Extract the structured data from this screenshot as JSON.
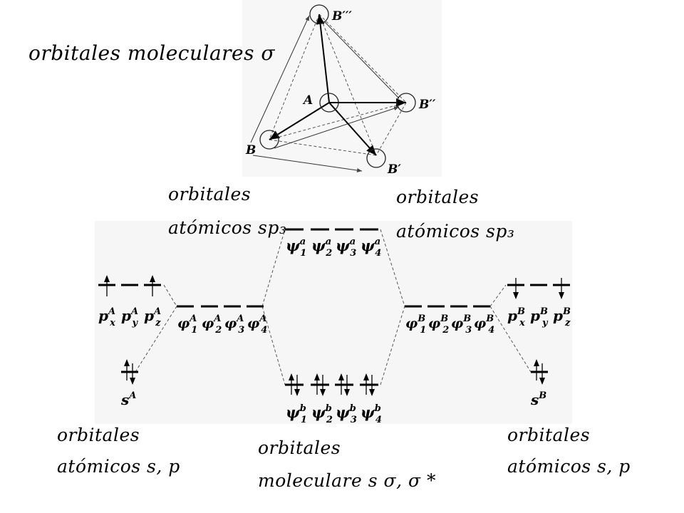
{
  "title_sigma": "orbitales moleculares σ",
  "tetrahedron": {
    "label_A": "A",
    "label_B": "B",
    "label_B1": "B′",
    "label_B2": "B′′",
    "label_B3": "B′′′"
  },
  "labels": {
    "sp3_left_line1": "orbitales",
    "sp3_left_line2": "atómicos sp₃",
    "sp3_right_line1": "orbitales",
    "sp3_right_line2": "atómicos sp₃",
    "sp_left_line1": "orbitales",
    "sp_left_line2": "atómicos s, p",
    "sp_right_line1": "orbitales",
    "sp_right_line2": "atómicos s, p",
    "mo_line1": "orbitales",
    "mo_line2": "moleculare s σ, σ *"
  },
  "levels": {
    "antibonding": [
      {
        "base": "ψ",
        "sub": "1",
        "sup": "a"
      },
      {
        "base": "ψ",
        "sub": "2",
        "sup": "a"
      },
      {
        "base": "ψ",
        "sub": "3",
        "sup": "a"
      },
      {
        "base": "ψ",
        "sub": "4",
        "sup": "a"
      }
    ],
    "bonding": [
      {
        "base": "ψ",
        "sub": "1",
        "sup": "b"
      },
      {
        "base": "ψ",
        "sub": "2",
        "sup": "b"
      },
      {
        "base": "ψ",
        "sub": "3",
        "sup": "b"
      },
      {
        "base": "ψ",
        "sub": "4",
        "sup": "b"
      }
    ],
    "hybrid_A": [
      {
        "base": "φ",
        "sub": "1",
        "sup": "A"
      },
      {
        "base": "φ",
        "sub": "2",
        "sup": "A"
      },
      {
        "base": "φ",
        "sub": "3",
        "sup": "A"
      },
      {
        "base": "φ",
        "sub": "4",
        "sup": "A"
      }
    ],
    "hybrid_B": [
      {
        "base": "φ",
        "sub": "1",
        "sup": "B"
      },
      {
        "base": "φ",
        "sub": "2",
        "sup": "B"
      },
      {
        "base": "φ",
        "sub": "3",
        "sup": "B"
      },
      {
        "base": "φ",
        "sub": "4",
        "sup": "B"
      }
    ],
    "p_A": [
      {
        "base": "p",
        "sub": "x",
        "sup": "A"
      },
      {
        "base": "p",
        "sub": "y",
        "sup": "A"
      },
      {
        "base": "p",
        "sub": "z",
        "sup": "A"
      }
    ],
    "p_B": [
      {
        "base": "p",
        "sub": "x",
        "sup": "B"
      },
      {
        "base": "p",
        "sub": "y",
        "sup": "B"
      },
      {
        "base": "p",
        "sub": "z",
        "sup": "B"
      }
    ],
    "s_A": {
      "base": "s",
      "sup": "A"
    },
    "s_B": {
      "base": "s",
      "sup": "B"
    }
  }
}
